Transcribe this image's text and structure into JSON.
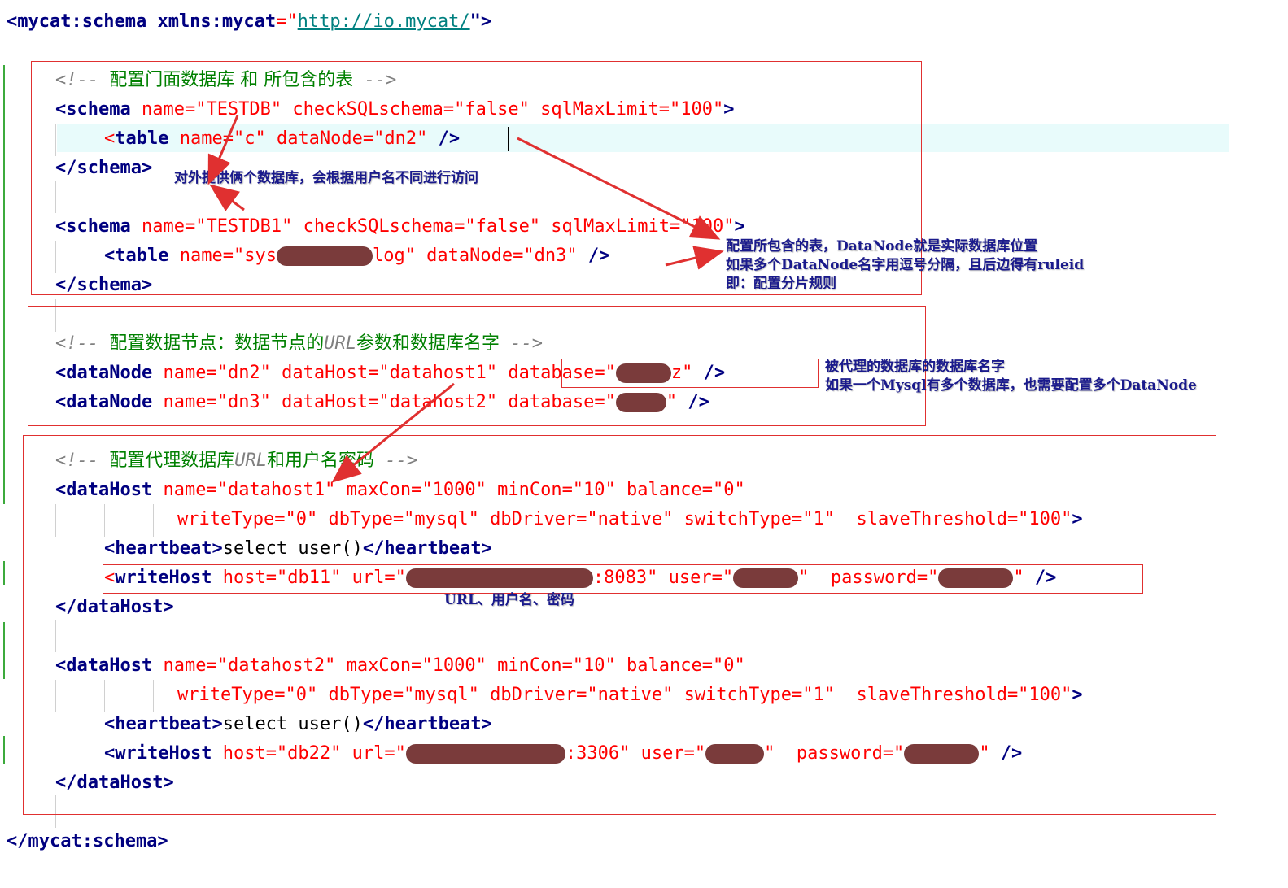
{
  "lines": {
    "l1": {
      "open": "<",
      "tag": "mycat:schema",
      "attr": " xmlns:mycat",
      "eq": "=\"",
      "url": "http://io.mycat/",
      "close": "\">"
    },
    "c1": {
      "pre": "<!-- ",
      "cn": "配置门面数据库 和 所包含的表",
      "post": " -->"
    },
    "s1": {
      "open": "<schema",
      "a1": " name",
      "v1": "=\"TESTDB\"",
      "a2": " checkSQLschema",
      "v2": "=\"false\"",
      "a3": " sqlMaxLimit",
      "v3": "=\"100\"",
      "close": ">"
    },
    "t1": {
      "lt": "<",
      "tag": "table",
      "a1": " name",
      "v1": "=\"c\"",
      "a2": " dataNode",
      "v2": "=\"dn2\"",
      "close": " />"
    },
    "s1end": "</schema>",
    "s2": {
      "open": "<schema",
      "a1": " name",
      "v1": "=\"TESTDB1\"",
      "a2": " checkSQLschema",
      "v2": "=\"false\"",
      "a3": " sqlMaxLimit",
      "v3": "=\"100\"",
      "close": ">"
    },
    "t2": {
      "open": "<table",
      "a1": " name",
      "v1a": "=\"sys",
      "v1b": "log\"",
      "a2": " dataNode",
      "v2": "=\"dn3\"",
      "close": " />"
    },
    "s2end": "</schema>",
    "c2": {
      "pre": "<!-- ",
      "cn1": "配置数据节点：数据节点的",
      "it": "URL",
      "cn2": "参数和数据库名字",
      "post": " -->"
    },
    "d1": {
      "open": "<dataNode",
      "a1": " name",
      "v1": "=\"dn2\"",
      "a2": " dataHost",
      "v2": "=\"datahost1\"",
      "a3": " database",
      "v3a": "=\"",
      "v3b": "z\"",
      "close": " />"
    },
    "d2": {
      "open": "<dataNode",
      "a1": " name",
      "v1": "=\"dn3\"",
      "a2": " dataHost",
      "v2": "=\"datahost2\"",
      "a3": " database",
      "v3a": "=\"",
      "v3b": "\"",
      "close": " />"
    },
    "c3": {
      "pre": "<!-- ",
      "cn1": "配置代理数据库",
      "it": "URL",
      "cn2": "和用户名密码",
      "post": " -->"
    },
    "h1": {
      "open": "<dataHost",
      "a1": " name",
      "v1": "=\"datahost1\"",
      "a2": " maxCon",
      "v2": "=\"1000\"",
      "a3": " minCon",
      "v3": "=\"10\"",
      "a4": " balance",
      "v4": "=\"0\""
    },
    "h1b": {
      "a1": "writeType",
      "v1": "=\"0\"",
      "a2": " dbType",
      "v2": "=\"mysql\"",
      "a3": " dbDriver",
      "v3": "=\"native\"",
      "a4": " switchType",
      "v4": "=\"1\"",
      "a5": "  slaveThreshold",
      "v5": "=\"100\"",
      "close": ">"
    },
    "hb1": {
      "open": "<heartbeat>",
      "body": "select user()",
      "close": "</heartbeat>"
    },
    "w1": {
      "lt": "<",
      "tag": "writeHost",
      "a1": " host",
      "v1": "=\"db11\"",
      "a2": " url",
      "v2a": "=\"",
      "v2b": ":8083\"",
      "a3": " user",
      "v3a": "=\"",
      "v3b": "\"",
      "a4": "  password",
      "v4a": "=\"",
      "v4b": "\"",
      "close": " />"
    },
    "h1end": "</dataHost>",
    "h2": {
      "open": "<dataHost",
      "a1": " name",
      "v1": "=\"datahost2\"",
      "a2": " maxCon",
      "v2": "=\"1000\"",
      "a3": " minCon",
      "v3": "=\"10\"",
      "a4": " balance",
      "v4": "=\"0\""
    },
    "h2b": {
      "a1": "writeType",
      "v1": "=\"0\"",
      "a2": " dbType",
      "v2": "=\"mysql\"",
      "a3": " dbDriver",
      "v3": "=\"native\"",
      "a4": " switchType",
      "v4": "=\"1\"",
      "a5": "  slaveThreshold",
      "v5": "=\"100\"",
      "close": ">"
    },
    "hb2": {
      "open": "<heartbeat>",
      "body": "select user()",
      "close": "</heartbeat>"
    },
    "w2": {
      "open": "<writeHost",
      "a1": " host",
      "v1": "=\"db22\"",
      "a2": " url",
      "v2a": "=\"",
      "v2b": ":3306\"",
      "a3": " user",
      "v3a": "=\"",
      "v3b": "\"",
      "a4": "  password",
      "v4a": "=\"",
      "v4b": "\"",
      "close": " />"
    },
    "h2end": "</dataHost>",
    "lend": "</mycat:schema>"
  },
  "notes": {
    "n1": "对外提供俩个数据库，会根据用户名不同进行访问",
    "n2a": "配置所包含的表，DataNode就是实际数据库位置",
    "n2b": "如果多个DataNode名字用逗号分隔，且后边得有ruleid",
    "n2c": "即：配置分片规则",
    "n3a": "被代理的数据库的数据库名字",
    "n3b": "如果一个Mysql有多个数据库，也需要配置多个DataNode",
    "n4": "URL、用户名、密码"
  },
  "colors": {
    "annotation_red": "#e03030",
    "note_blue": "#1a1a8c",
    "redaction": "#7a3b3b"
  }
}
